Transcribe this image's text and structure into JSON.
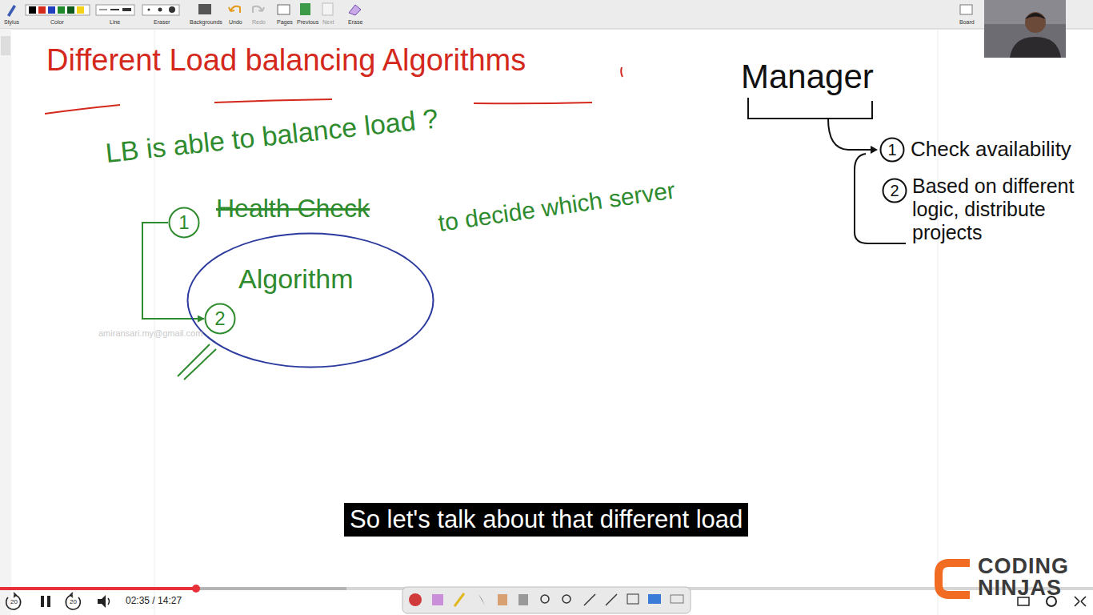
{
  "diagram": {
    "title": "Different Load balancing Algorithms",
    "nodes": [
      {
        "text": [
          "1"
        ]
      },
      {
        "text": [
          "Algorithm"
        ]
      },
      {
        "text": [
          "2"
        ],
        "in": 1
      },
      {
        "text": [
          "1"
        ]
      },
      {
        "text": [
          "2"
        ]
      }
    ],
    "edges": [
      {
        "from": 0,
        "to": 2,
        "arrow": "to"
      }
    ],
    "labels": [
      "Stylus",
      "Color",
      "Line",
      "Eraser",
      "Backgrounds",
      "Undo",
      "Redo",
      "Pages",
      "Previous",
      "Next",
      "Erase",
      "Board",
      "LB is able to balance load ?",
      "Health Check",
      "to decide which server",
      "amiransari.my@gmail.com",
      "Manager",
      "Check availability",
      "Based on different logic, distribute projects",
      "So let's talk about that different load",
      "20",
      "20",
      "02:35 / 14:27",
      "CODING",
      "NINJAS"
    ]
  }
}
